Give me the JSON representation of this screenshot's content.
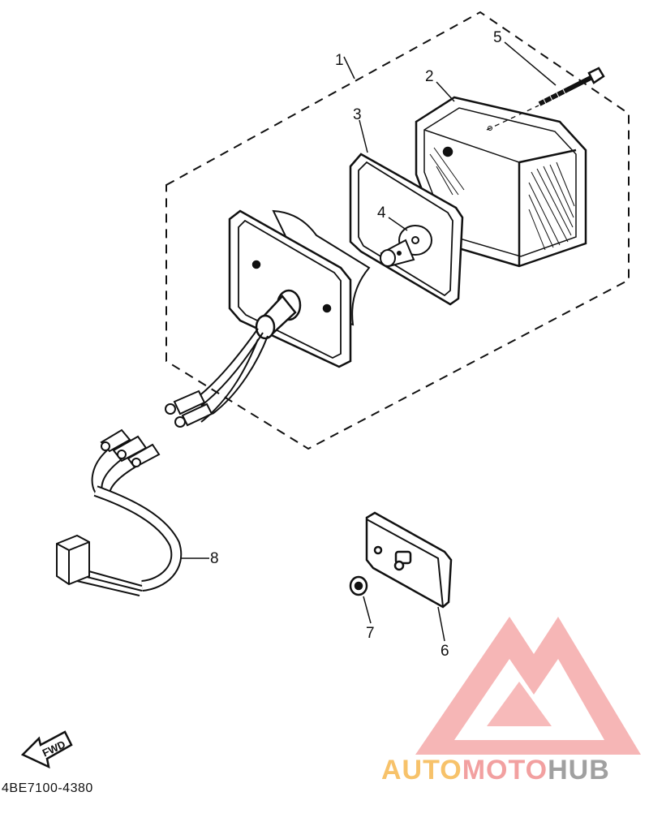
{
  "diagram": {
    "callouts": [
      {
        "id": "1",
        "label": "1"
      },
      {
        "id": "2",
        "label": "2"
      },
      {
        "id": "3",
        "label": "3"
      },
      {
        "id": "4",
        "label": "4"
      },
      {
        "id": "5",
        "label": "5"
      },
      {
        "id": "6",
        "label": "6"
      },
      {
        "id": "7",
        "label": "7"
      },
      {
        "id": "8",
        "label": "8"
      }
    ],
    "fwd_label": "FWD",
    "diagram_code": "4BE7100-4380"
  },
  "watermark": {
    "part1": "AUTO",
    "part2": "MOTO",
    "part3": "HUB",
    "colors": {
      "auto": "#f7c26a",
      "moto": "#f2a0a0",
      "hub": "#a0a0a0",
      "logo": "#f28c8c"
    }
  }
}
